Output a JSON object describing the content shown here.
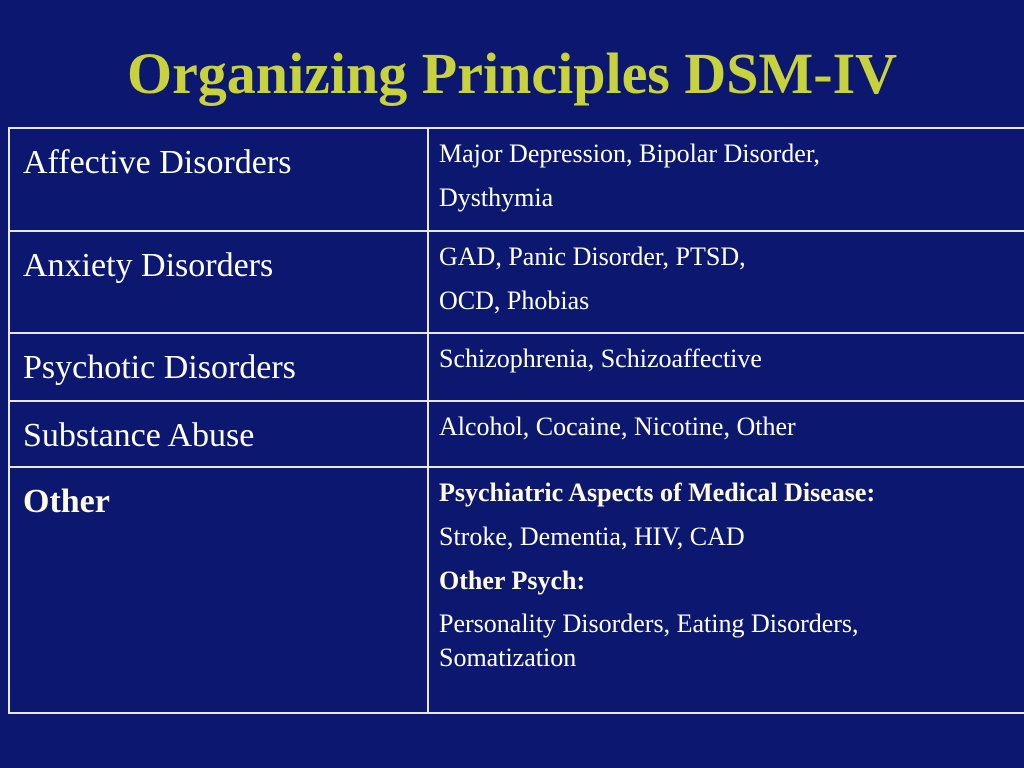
{
  "slide": {
    "title": "Organizing Principles DSM-IV"
  },
  "table": {
    "rows": [
      {
        "category": "Affective Disorders",
        "lines": [
          "Major Depression, Bipolar Disorder,",
          "Dysthymia"
        ]
      },
      {
        "category": "Anxiety Disorders",
        "lines": [
          "GAD, Panic Disorder, PTSD,",
          "OCD, Phobias"
        ]
      },
      {
        "category": "Psychotic Disorders",
        "lines": [
          "Schizophrenia, Schizoaffective"
        ]
      },
      {
        "category": "Substance Abuse",
        "lines": [
          "Alcohol, Cocaine, Nicotine, Other"
        ]
      },
      {
        "category": "Other",
        "lines": [
          "Psychiatric Aspects of Medical Disease:",
          "Stroke, Dementia, HIV, CAD",
          "Other Psych:",
          "Personality Disorders, Eating Disorders,",
          "Somatization"
        ]
      }
    ]
  }
}
